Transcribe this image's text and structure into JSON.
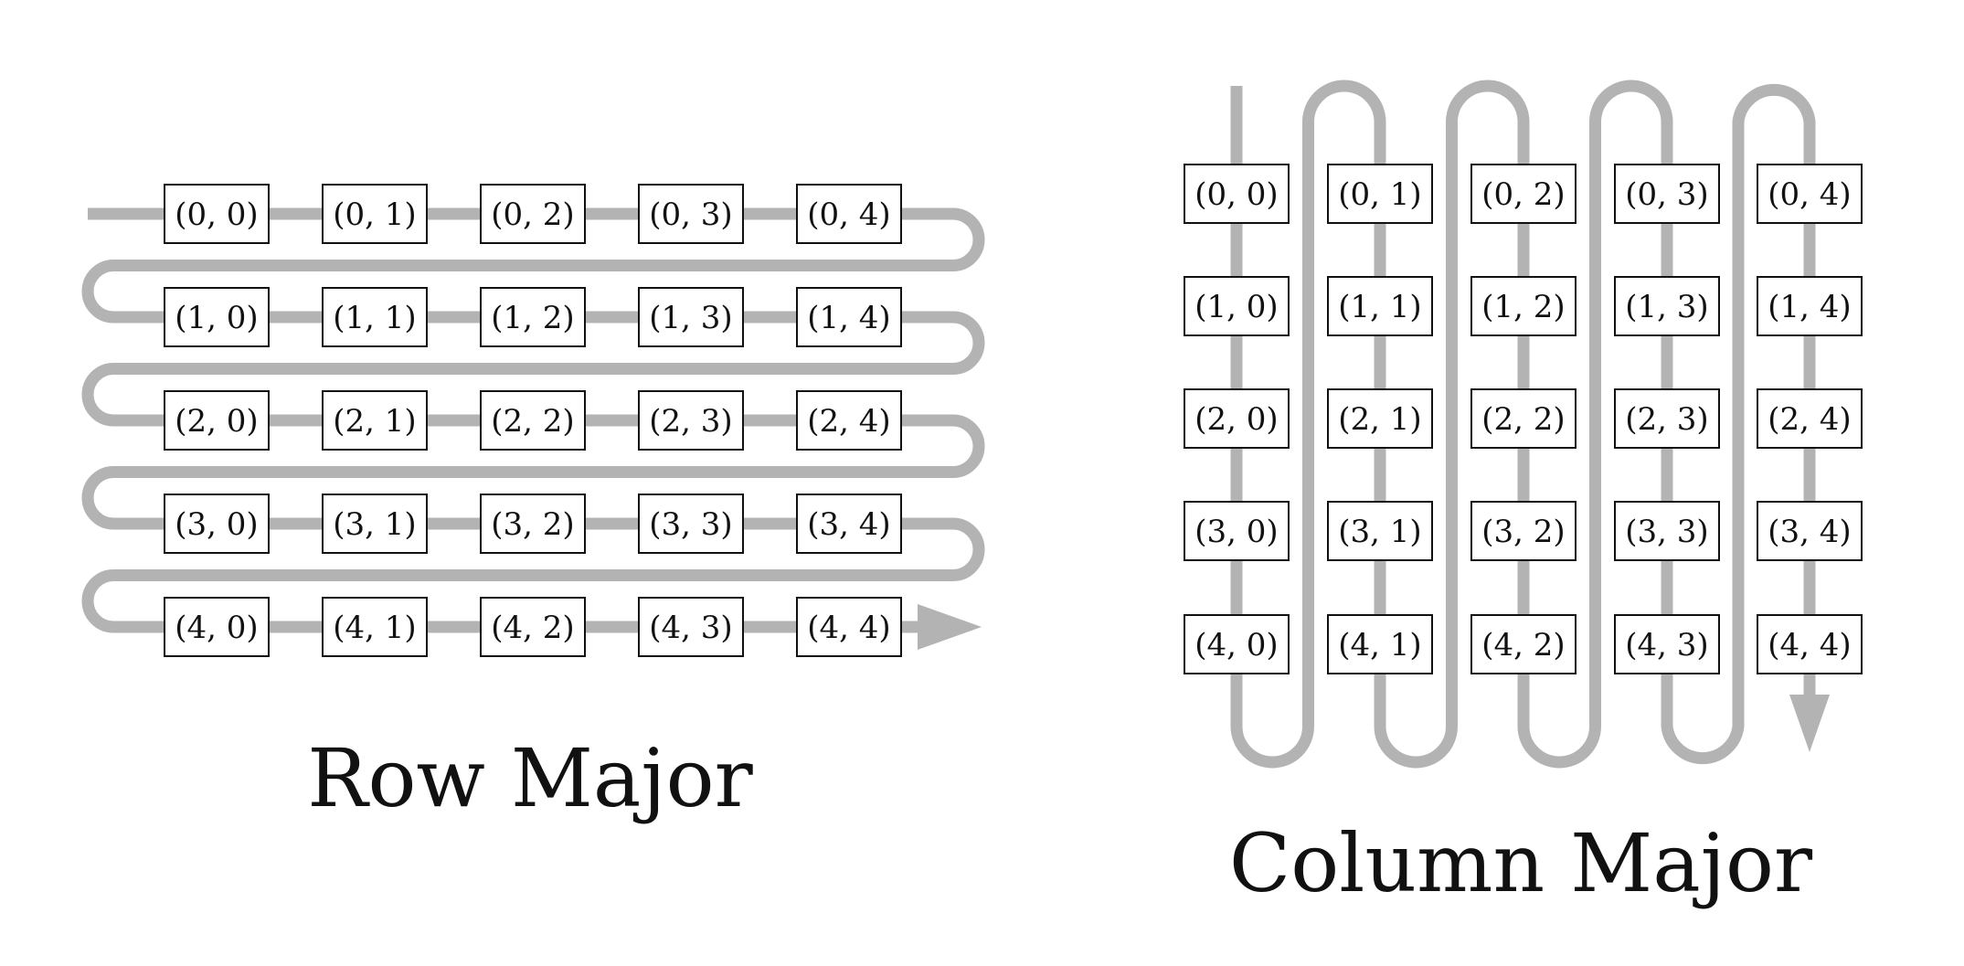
{
  "diagram": {
    "path_color": "#b3b3b3",
    "row_major": {
      "caption": "Row Major",
      "cells": [
        [
          "(0, 0)",
          "(0, 1)",
          "(0, 2)",
          "(0, 3)",
          "(0, 4)"
        ],
        [
          "(1, 0)",
          "(1, 1)",
          "(1, 2)",
          "(1, 3)",
          "(1, 4)"
        ],
        [
          "(2, 0)",
          "(2, 1)",
          "(2, 2)",
          "(2, 3)",
          "(2, 4)"
        ],
        [
          "(3, 0)",
          "(3, 1)",
          "(3, 2)",
          "(3, 3)",
          "(3, 4)"
        ],
        [
          "(4, 0)",
          "(4, 1)",
          "(4, 2)",
          "(4, 3)",
          "(4, 4)"
        ]
      ]
    },
    "column_major": {
      "caption": "Column Major",
      "cells": [
        [
          "(0, 0)",
          "(0, 1)",
          "(0, 2)",
          "(0, 3)",
          "(0, 4)"
        ],
        [
          "(1, 0)",
          "(1, 1)",
          "(1, 2)",
          "(1, 3)",
          "(1, 4)"
        ],
        [
          "(2, 0)",
          "(2, 1)",
          "(2, 2)",
          "(2, 3)",
          "(2, 4)"
        ],
        [
          "(3, 0)",
          "(3, 1)",
          "(3, 2)",
          "(3, 3)",
          "(3, 4)"
        ],
        [
          "(4, 0)",
          "(4, 1)",
          "(4, 2)",
          "(4, 3)",
          "(4, 4)"
        ]
      ]
    }
  }
}
